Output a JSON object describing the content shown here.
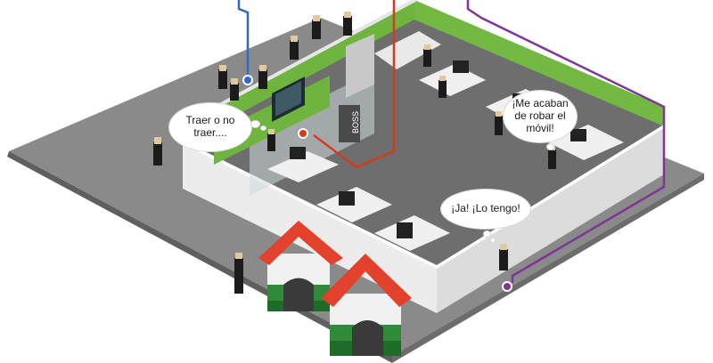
{
  "bubbles": {
    "left": {
      "line1": "Traer o no",
      "line2": "traer...."
    },
    "right": {
      "line1": "¡Me acaban",
      "line2": "de robar el",
      "line3": "móvil!"
    },
    "bottom": {
      "text": "¡Ja! ¡Lo tengo!"
    }
  },
  "sign": {
    "text": "BOSS"
  },
  "colors": {
    "floor": "#7d7d7d",
    "wall_green": "#6fb43f",
    "wall_white": "#f2f2f2",
    "roof_red": "#e2412c",
    "line_blue": "#2f6bc4",
    "line_red": "#d43a1c",
    "line_purple": "#7e3596"
  }
}
